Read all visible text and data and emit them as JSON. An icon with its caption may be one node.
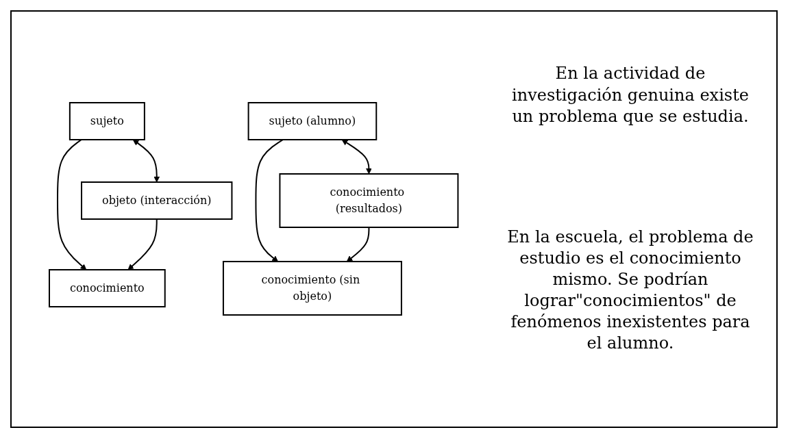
{
  "diagram": {
    "nodes": [
      {
        "text": [
          "sujeto"
        ]
      },
      {
        "text": [
          "objeto (interacción)"
        ]
      },
      {
        "text": [
          "conocimiento"
        ]
      },
      {
        "text": [
          "sujeto (alumno)"
        ]
      },
      {
        "text": [
          "conocimiento (resultados)"
        ]
      },
      {
        "text": [
          "conocimiento (sin objeto)"
        ]
      }
    ],
    "edges": [
      {
        "from": 0,
        "to": 1,
        "arrow": "both"
      },
      {
        "from": 0,
        "to": 2,
        "arrow": "to"
      },
      {
        "from": 1,
        "to": 2,
        "arrow": "to"
      },
      {
        "from": 3,
        "to": 4,
        "arrow": "both"
      },
      {
        "from": 3,
        "to": 5,
        "arrow": "to"
      },
      {
        "from": 4,
        "to": 5,
        "arrow": "to"
      }
    ],
    "labels": [
      "En la actividad de investigación genuina existe un problema que se estudia.",
      "En la escuela, el problema de estudio es el conocimiento mismo. Se podrían lograr\"conocimientos\" de fenómenos inexistentes para el alumno."
    ]
  }
}
